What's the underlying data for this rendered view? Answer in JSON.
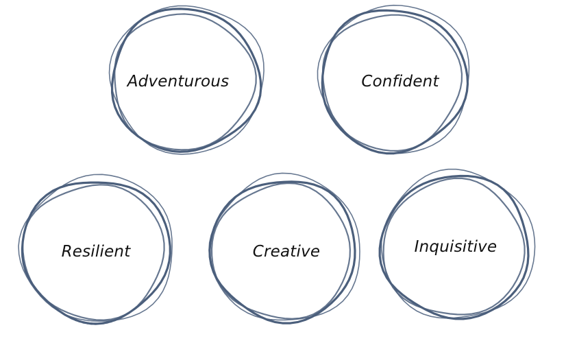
{
  "diagram": {
    "stroke_color": "#4b5f7c",
    "text_color": "#111111",
    "background": "#ffffff",
    "circles": [
      {
        "id": "adventurous",
        "label": "Adventurous"
      },
      {
        "id": "confident",
        "label": "Confident"
      },
      {
        "id": "resilient",
        "label": "Resilient"
      },
      {
        "id": "creative",
        "label": "Creative"
      },
      {
        "id": "inquisitive",
        "label": "Inquisitive"
      }
    ]
  }
}
